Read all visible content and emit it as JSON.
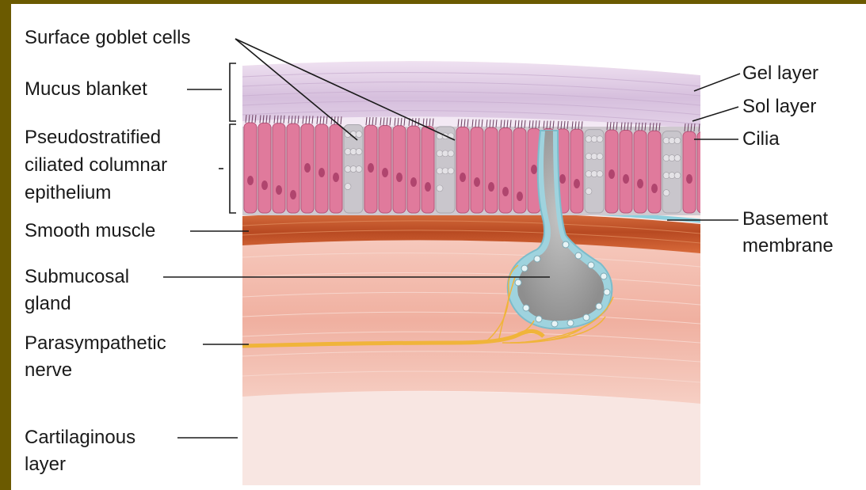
{
  "labels": {
    "surface_goblet_cells": "Surface goblet cells",
    "mucus_blanket": "Mucus blanket",
    "pseudostratified_1": "Pseudostratified",
    "pseudostratified_2": "ciliated columnar",
    "pseudostratified_3": "epithelium",
    "smooth_muscle": "Smooth muscle",
    "submucosal_1": "Submucosal",
    "submucosal_2": "gland",
    "parasympathetic_1": "Parasympathetic",
    "parasympathetic_2": "nerve",
    "cartilaginous_1": "Cartilaginous",
    "cartilaginous_2": "layer",
    "gel_layer": "Gel layer",
    "sol_layer": "Sol layer",
    "cilia": "Cilia",
    "basement_1": "Basement",
    "basement_2": "membrane"
  },
  "colors": {
    "frame": "#6b5a00",
    "mucus": "#dcc6e2",
    "sol": "#f1e6f2",
    "epithelial_cell": "#e07a9c",
    "goblet": "#c7c7cd",
    "basement": "#8ccfdd",
    "smooth_muscle": "#c0552a",
    "submucosa": "#f2b9aa",
    "cartilage": "#f7e4df",
    "nerve": "#f0b43a",
    "gland": "#a5a5a5"
  }
}
